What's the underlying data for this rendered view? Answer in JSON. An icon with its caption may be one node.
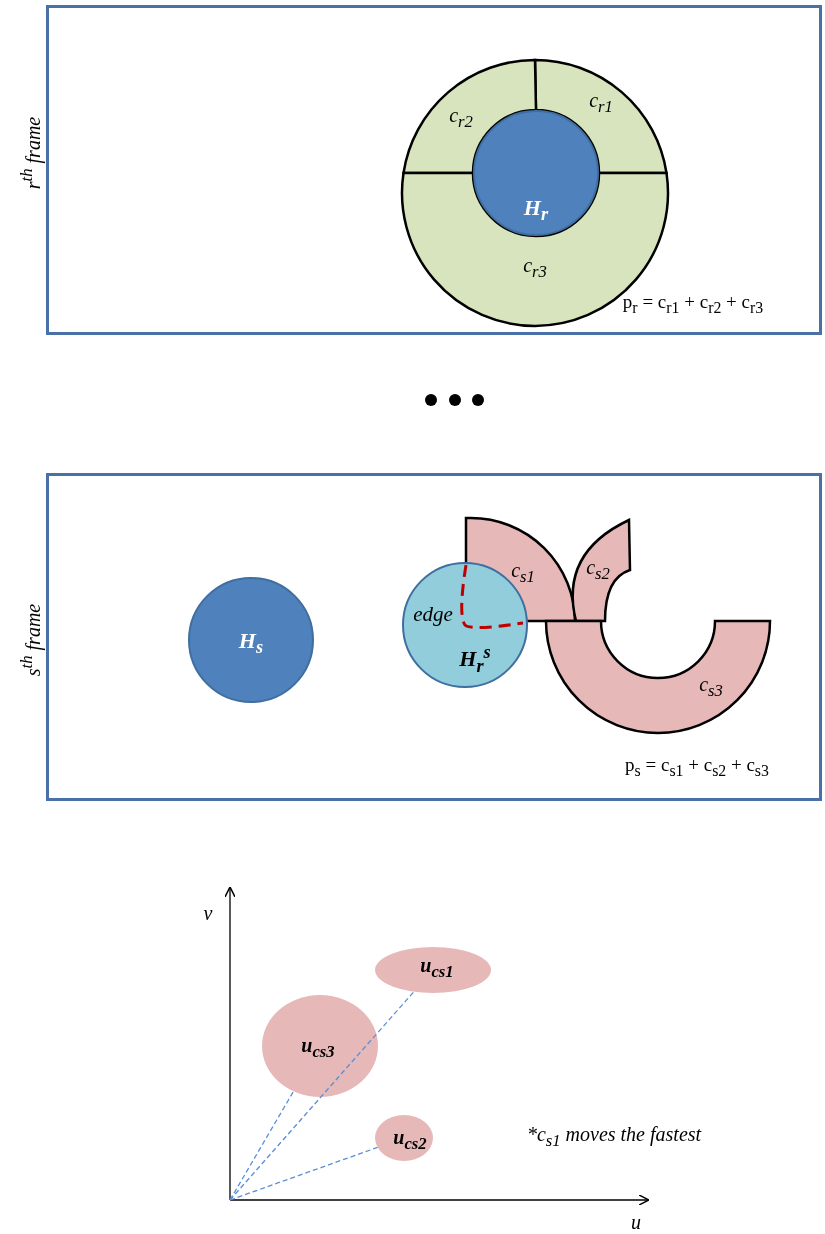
{
  "diagram": {
    "nodes": [
      {
        "text": [
          "r$^{th}$ frame"
        ]
      },
      {
        "text": [
          "c$_{r1}$"
        ],
        "in": 0
      },
      {
        "text": [
          "c$_{r2}$"
        ],
        "in": 0
      },
      {
        "text": [
          "c$_{r3}$"
        ],
        "in": 0
      },
      {
        "text": [
          "H$_{r}$"
        ],
        "in": 0
      },
      {
        "text": [
          "s$^{th}$ frame"
        ]
      },
      {
        "text": [
          "H$_{s}$"
        ],
        "in": 5
      },
      {
        "text": [
          "edge",
          "H$_{r}$$^{s}$"
        ],
        "in": 5
      },
      {
        "text": [
          "c$_{s1}$"
        ],
        "in": 5
      },
      {
        "text": [
          "c$_{s2}$"
        ],
        "in": 5
      },
      {
        "text": [
          "c$_{s3}$"
        ],
        "in": 5
      },
      {
        "text": [
          "u$_{cs1}$"
        ]
      },
      {
        "text": [
          "u$_{cs3}$"
        ]
      },
      {
        "text": [
          "u$_{cs2}$"
        ]
      }
    ],
    "edges": [
      {
        "from": null,
        "to": 11,
        "arrow": "none",
        "style": "dashed",
        "color": "#5b8fd6"
      },
      {
        "from": null,
        "to": 12,
        "arrow": "none",
        "style": "dashed",
        "color": "#5b8fd6"
      },
      {
        "from": null,
        "to": 13,
        "arrow": "none",
        "style": "dashed",
        "color": "#5b8fd6"
      }
    ],
    "labels": [
      "p$_{r}$ = c$_{r1}$ + c$_{r2}$ + c$_{r3}$",
      "p$_{s}$ = c$_{s1}$ + c$_{s2}$ + c$_{s3}$",
      "v",
      "u",
      "*c$_{s1}$ moves the fastest"
    ]
  }
}
